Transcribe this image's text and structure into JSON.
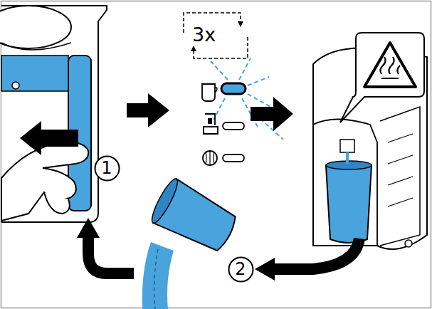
{
  "diagram": {
    "nodes": [
      {
        "text": [
          "1"
        ]
      },
      {
        "text": [
          "2"
        ]
      }
    ],
    "labels": [
      "3x"
    ]
  }
}
